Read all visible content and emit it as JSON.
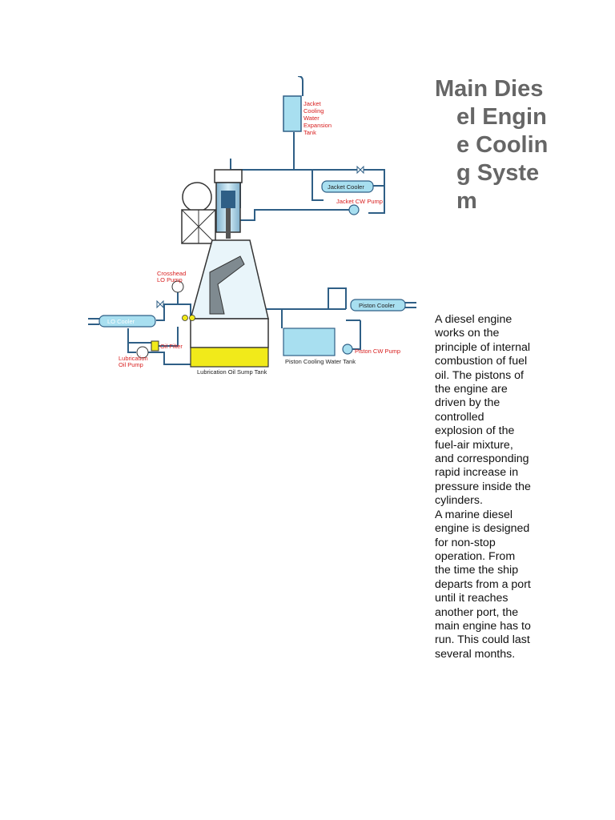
{
  "title": "Main Diesel Engine Cooling System",
  "paragraphs": [
    "A diesel engine works on the principle of internal combustion of fuel oil. The pistons of the engine are driven by the controlled explosion of the fuel-air mixture, and corresponding rapid increase in pressure inside the cylinders.",
    "A marine diesel engine is designed for non-stop operation. From the time the ship departs from a port until it reaches another port, the main engine has to run. This could last several months."
  ],
  "diagram": {
    "expansion_tank_label": [
      "Jacket",
      "Cooling",
      "Water",
      "Expansion",
      "Tank"
    ],
    "jacket_cooler_label": "Jacket Cooler",
    "jacket_cw_pump_label": "Jacket CW Pump",
    "piston_cooler_label": "Piston Cooler",
    "piston_cw_pump_label": "Piston CW Pump",
    "piston_tank_label": "Piston Cooling Water Tank",
    "sump_tank_label": "Lubrication Oil Sump Tank",
    "lo_cooler_label": "LO Cooler",
    "oil_filter_label": "Oil Filter",
    "crosshead_pump_label": [
      "Crosshead",
      "LO Pump"
    ],
    "lub_pump_label": [
      "Lubrication",
      "Oil Pump"
    ]
  },
  "colors": {
    "pipe": "#2f5f86",
    "tank_fill": "#a8dff0",
    "sump_fill": "#f1ea1a",
    "label_red": "#d81e1e",
    "title_gray": "#666666"
  }
}
